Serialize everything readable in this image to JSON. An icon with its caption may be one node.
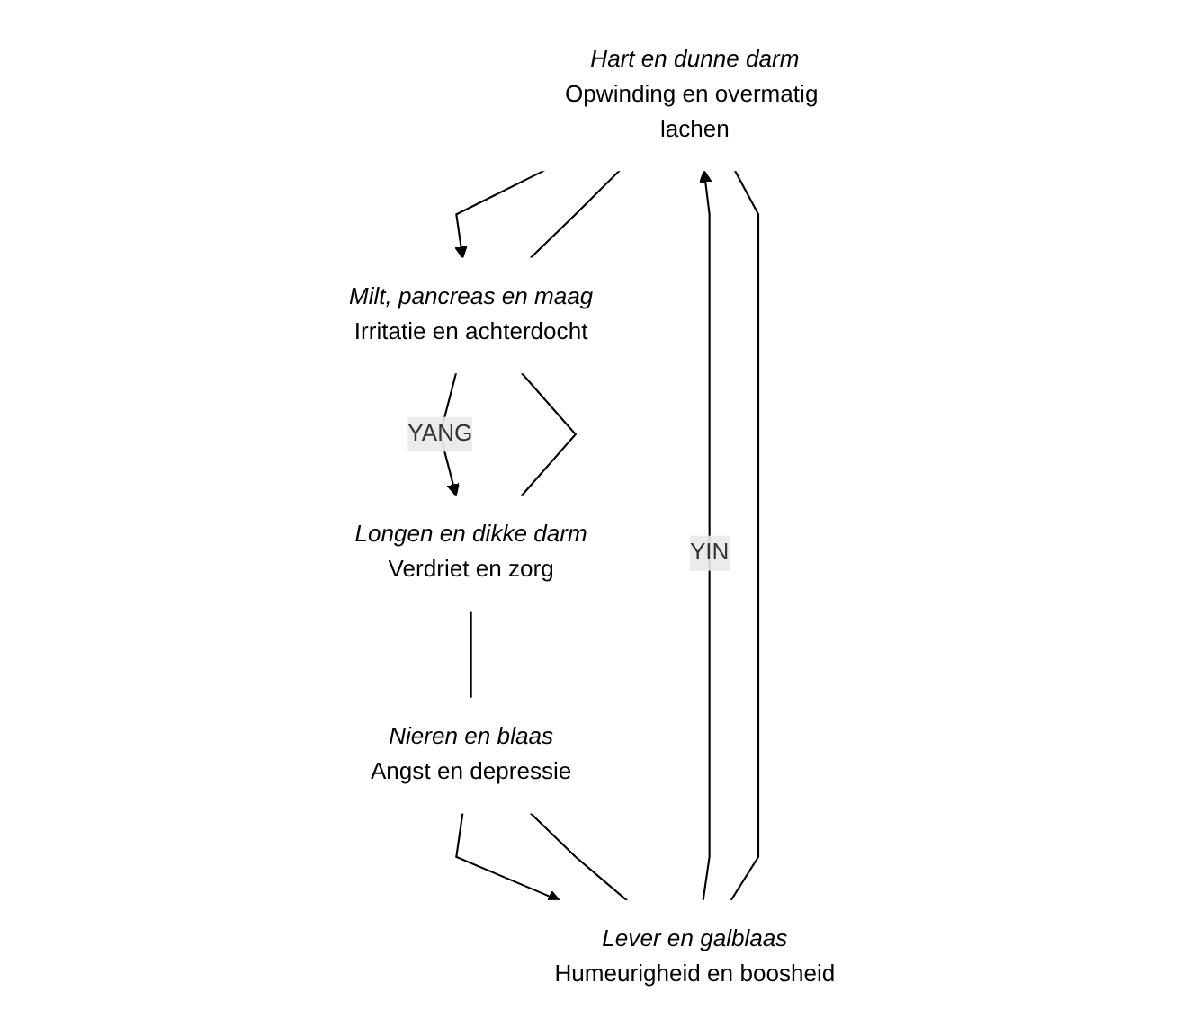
{
  "diagram": {
    "nodes": [
      {
        "text": [
          "Hart en dunne darm",
          "Opwinding en overmatig lachen"
        ]
      },
      {
        "text": [
          "Milt, pancreas en maag",
          "Irritatie en achterdocht"
        ]
      },
      {
        "text": [
          "Longen en dikke darm",
          "Verdriet en zorg"
        ]
      },
      {
        "text": [
          "Nieren en blaas",
          "Angst en depressie"
        ]
      },
      {
        "text": [
          "Lever en galblaas",
          "Humeurigheid en boosheid"
        ]
      }
    ],
    "edges": [
      {
        "from": 4,
        "to": 0,
        "arrow": "to",
        "label": "YIN"
      },
      {
        "from": 0,
        "to": 1,
        "arrow": "to"
      },
      {
        "from": 1,
        "to": 2,
        "arrow": "to",
        "label": "YANG"
      },
      {
        "from": 3,
        "to": 4,
        "arrow": "to"
      },
      {
        "from": 0,
        "to": 1,
        "arrow": "none"
      },
      {
        "from": 1,
        "to": 2,
        "arrow": "none"
      },
      {
        "from": 2,
        "to": 3,
        "arrow": "none"
      },
      {
        "from": 3,
        "to": 4,
        "arrow": "none"
      },
      {
        "from": 4,
        "to": 0,
        "arrow": "none"
      }
    ]
  }
}
